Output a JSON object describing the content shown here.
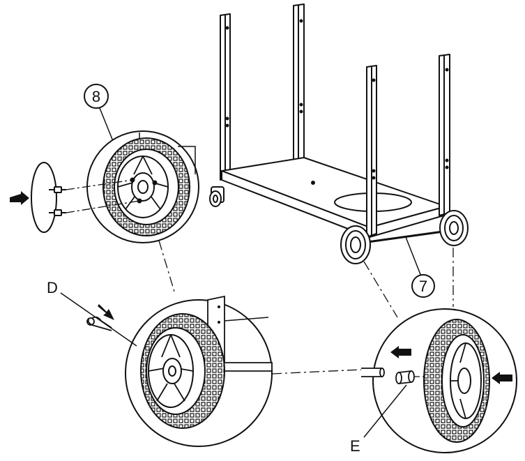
{
  "callouts": {
    "part_8": "8",
    "part_7": "7",
    "label_d": "D",
    "label_e": "E"
  },
  "colors": {
    "line": "#111111",
    "background": "#ffffff"
  },
  "icons": [
    "arrow-icon",
    "wheel-icon",
    "cotter-pin-icon",
    "hubcap-icon",
    "axle-icon",
    "washer-icon"
  ]
}
